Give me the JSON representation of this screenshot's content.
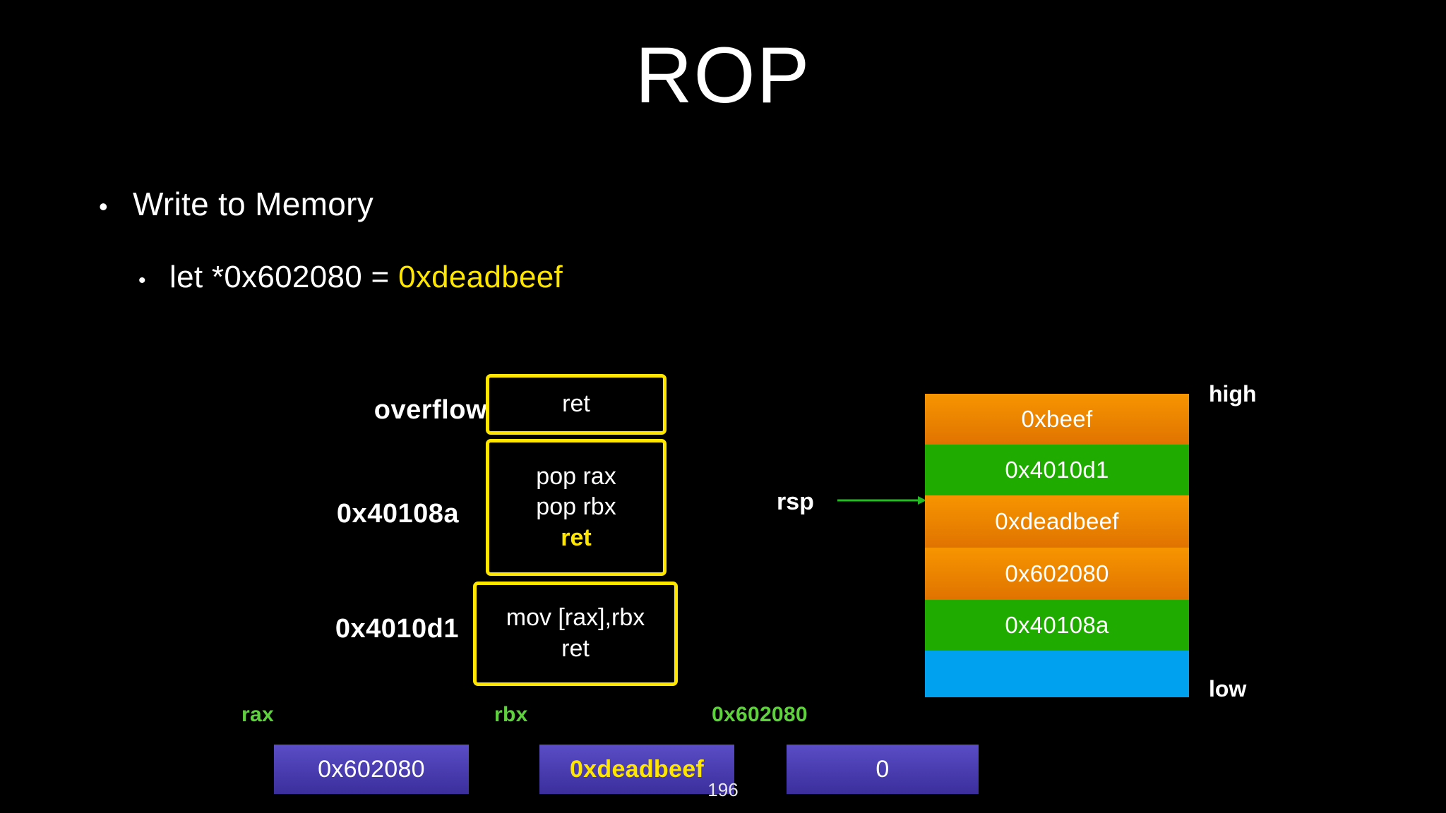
{
  "slide": {
    "title": "ROP",
    "page_number": "196"
  },
  "bullets": [
    {
      "level": 1,
      "marker": "•",
      "text": "Write to Memory",
      "highlight": null
    },
    {
      "level": 2,
      "marker": "•",
      "text": "let *0x602080 = ",
      "highlight": "0xdeadbeef"
    }
  ],
  "gadgets": [
    {
      "label": "overflow",
      "lines": [
        {
          "text": "ret",
          "style": "plain"
        }
      ]
    },
    {
      "label": "0x40108a",
      "lines": [
        {
          "text": "pop rax",
          "style": "plain"
        },
        {
          "text": "pop rbx",
          "style": "plain"
        },
        {
          "text": "ret",
          "style": "yellow"
        }
      ]
    },
    {
      "label": "0x4010d1",
      "lines": [
        {
          "text": "mov [rax],rbx",
          "style": "plain"
        },
        {
          "text": "ret",
          "style": "plain"
        }
      ]
    }
  ],
  "stack": {
    "pointer_label": "rsp",
    "pointer_target_index": 2,
    "high_label": "high",
    "low_label": "low",
    "cells": [
      {
        "value": "0xbeef",
        "color": "orange"
      },
      {
        "value": "0x4010d1",
        "color": "green"
      },
      {
        "value": "0xdeadbeef",
        "color": "orange"
      },
      {
        "value": "0x602080",
        "color": "orange"
      },
      {
        "value": "0x40108a",
        "color": "green"
      },
      {
        "value": "",
        "color": "blue"
      }
    ]
  },
  "registers": [
    {
      "caption": "rax",
      "value": "0x602080",
      "value_color": "white"
    },
    {
      "caption": "rbx",
      "value": "0xdeadbeef",
      "value_color": "yellow"
    },
    {
      "caption": "0x602080",
      "value": "0",
      "value_color": "white"
    }
  ],
  "colors": {
    "background": "#000000",
    "accent_yellow": "#ffe600",
    "caption_green": "#5ed23c",
    "arrow_green": "#22bb22",
    "stack_orange_top": "#f79500",
    "stack_orange_bottom": "#e07300",
    "stack_green": "#1fab00",
    "stack_blue": "#00a2f0",
    "reg_purple_top": "#5a4dc6",
    "reg_purple_bottom": "#3b2e9c"
  }
}
